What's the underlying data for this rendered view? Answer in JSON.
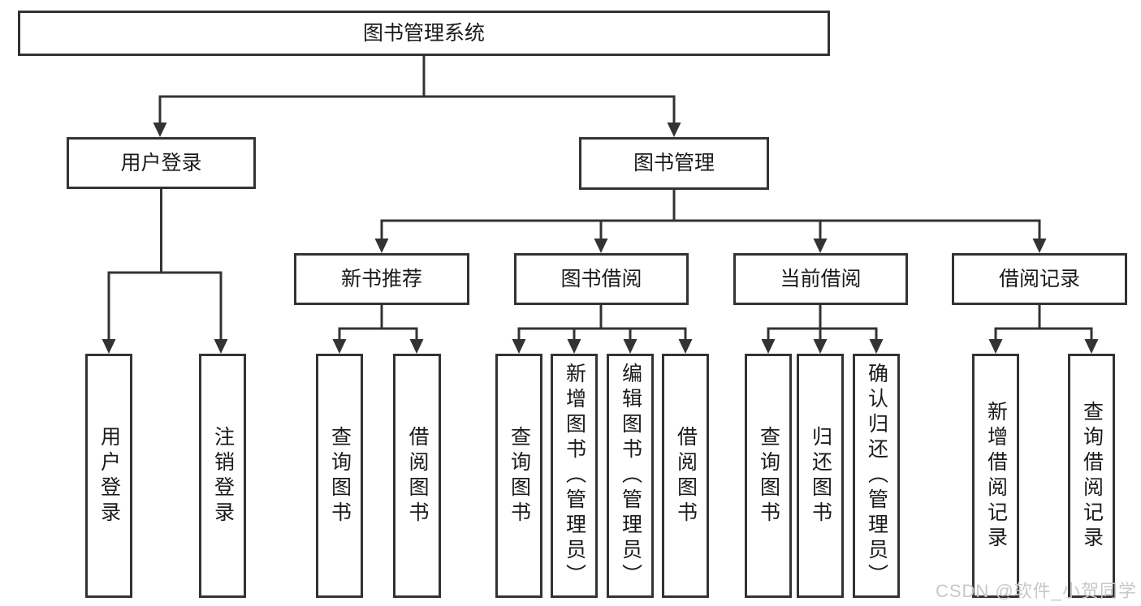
{
  "diagram": {
    "root_label": "图书管理系统",
    "level2": {
      "user_login": "用户登录",
      "book_management": "图书管理"
    },
    "level3": {
      "new_book_recommend": "新书推荐",
      "book_borrow": "图书借阅",
      "current_borrow": "当前借阅",
      "borrow_record": "借阅记录"
    },
    "leaves": {
      "user_login": [
        "用户登录",
        "注销登录"
      ],
      "new_book_recommend": [
        "查询图书",
        "借阅图书"
      ],
      "book_borrow": [
        "查询图书",
        "新增图书（管理员）",
        "编辑图书（管理员）",
        "借阅图书"
      ],
      "current_borrow": [
        "查询图书",
        "归还图书",
        "确认归还（管理员）"
      ],
      "borrow_record": [
        "新增借阅记录",
        "查询借阅记录"
      ]
    }
  },
  "watermark": {
    "text": "CSDN @软件_小贺同学",
    "color": "#c8c8c8"
  },
  "colors": {
    "line": "#333333",
    "border": "#333333",
    "text": "#1a1a1a",
    "background": "#ffffff"
  }
}
